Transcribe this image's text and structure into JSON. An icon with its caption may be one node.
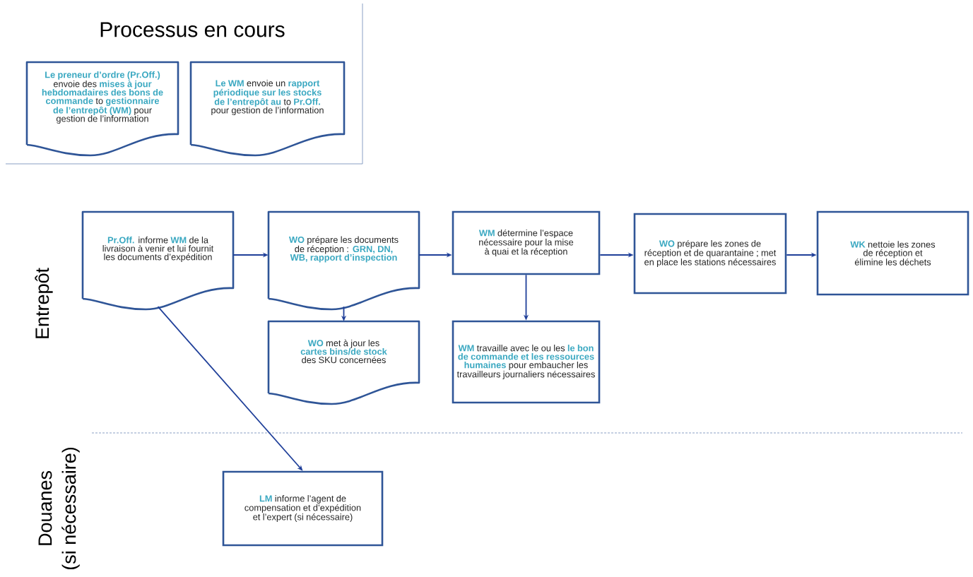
{
  "diagram": {
    "title": "Processus en cours",
    "nodes": [
      {
        "text": [
          "**Le preneur d’ordre (Pr.Off.)** envoie des **mises à jour hebdomadaires des bons de commande** to **gestionnaire de l’entrepôt (WM)** pour gestion de l’information"
        ]
      },
      {
        "text": [
          "**Le WM** envoie un **rapport périodique sur les stocks de l’entrepôt au** to **Pr.Off.** pour gestion de l’information"
        ]
      },
      {
        "text": [
          "**Pr.Off.** informe **WM** de la livraison à venir et lui fournit les documents d’expédition"
        ]
      },
      {
        "text": [
          "**WO** prépare les documents de réception : **GRN, DN, WB, rapport d’inspection**"
        ]
      },
      {
        "text": [
          "**WM** détermine l’espace nécessaire pour la mise à quai et la réception"
        ]
      },
      {
        "text": [
          "**WO** prépare les zones de réception et de quarantaine ; met en place les stations nécessaires"
        ]
      },
      {
        "text": [
          "**WK** nettoie les zones de réception et élimine les déchets"
        ]
      },
      {
        "text": [
          "**WO** met à jour les **cartes bins/de stock** des SKU concernées"
        ]
      },
      {
        "text": [
          "**WM** travaille avec le ou les **le bon de commande et les ressources humaines** pour embaucher les travailleurs journaliers nécessaires"
        ]
      },
      {
        "text": [
          "**LM** informe l’agent de compensation et d’expédition et l’expert (si nécessaire)"
        ]
      }
    ],
    "edges": [
      {
        "from": 2,
        "to": 3,
        "arrow": "to"
      },
      {
        "from": 3,
        "to": 4,
        "arrow": "to"
      },
      {
        "from": 4,
        "to": 5,
        "arrow": "to"
      },
      {
        "from": 5,
        "to": 6,
        "arrow": "to"
      },
      {
        "from": 3,
        "to": 7,
        "arrow": "to"
      },
      {
        "from": 4,
        "to": 8,
        "arrow": "to"
      },
      {
        "from": 2,
        "to": 9,
        "arrow": "to"
      }
    ],
    "labels": [
      "Entrepôt",
      "Douanes",
      "(si nécessaire)"
    ]
  }
}
